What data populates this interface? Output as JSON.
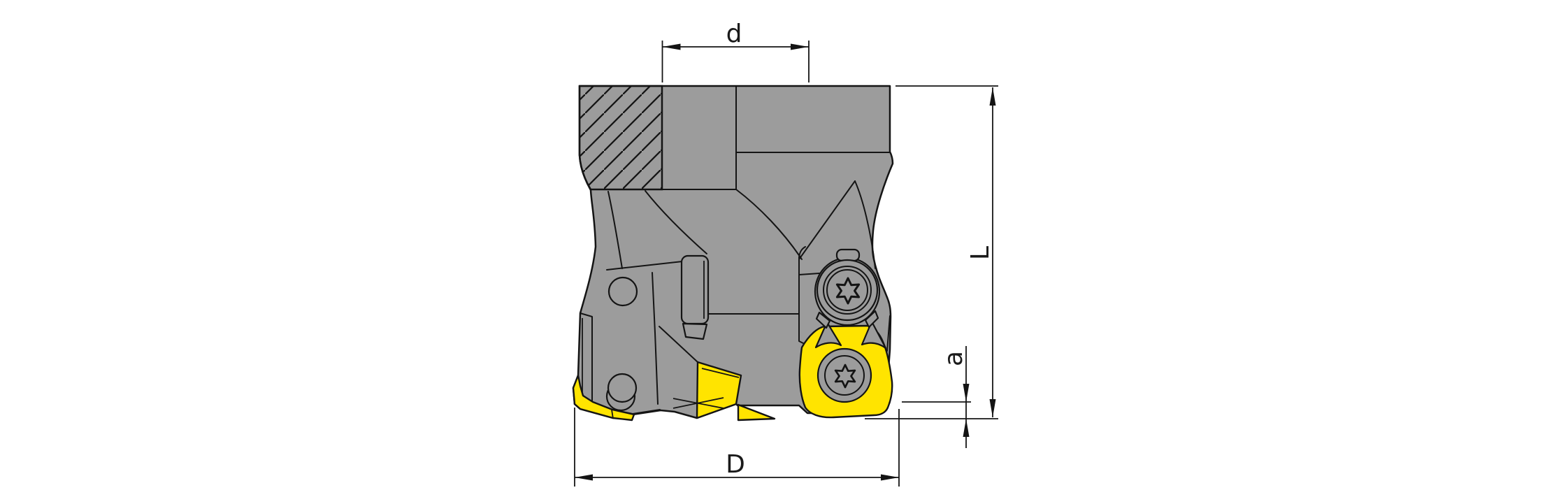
{
  "diagram": {
    "dimension_labels": {
      "d": "d",
      "L": "L",
      "a": "a",
      "D": "D"
    },
    "colors": {
      "body_gray": "#9c9c9c",
      "insert_yellow": "#ffe400",
      "outline_black": "#141414",
      "background_white": "#ffffff"
    }
  }
}
